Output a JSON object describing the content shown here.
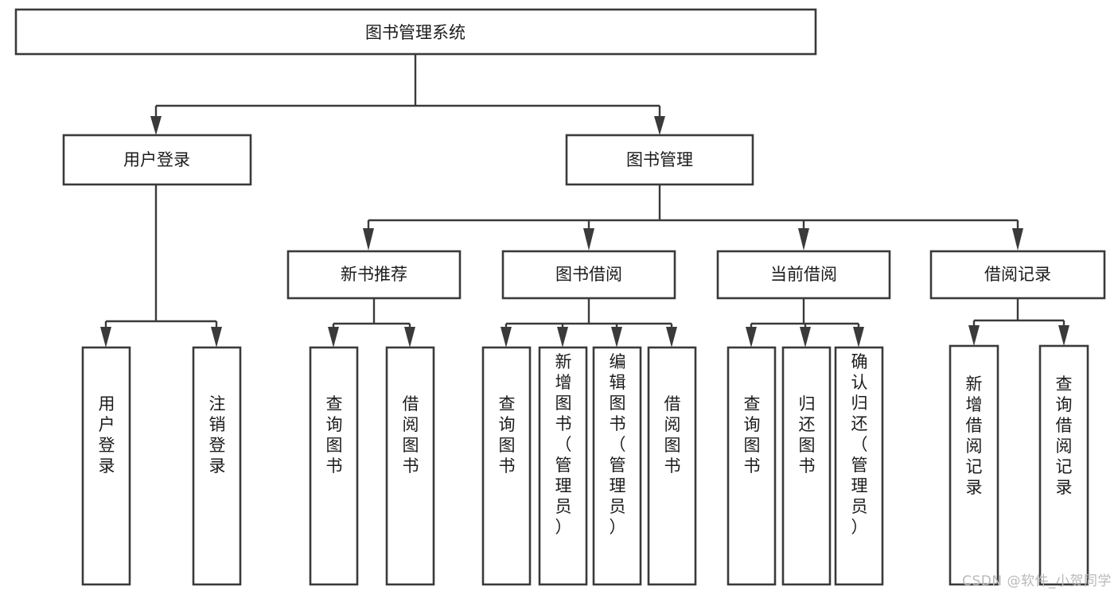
{
  "diagram": {
    "type": "tree-hierarchy",
    "title": "图书管理系统",
    "watermark": "CSDN @软件_小贺同学",
    "colors": {
      "stroke": "#3a3a3a",
      "fill": "#ffffff",
      "text": "#1b1b1b",
      "watermark": "#b9b9b9"
    },
    "levels": {
      "root": {
        "label": "图书管理系统"
      },
      "level2": [
        {
          "id": "user-login",
          "label": "用户登录"
        },
        {
          "id": "book-manage",
          "label": "图书管理"
        }
      ],
      "level3": [
        {
          "id": "new-book-recommend",
          "label": "新书推荐",
          "parent": "book-manage"
        },
        {
          "id": "book-borrow",
          "label": "图书借阅",
          "parent": "book-manage"
        },
        {
          "id": "current-borrow",
          "label": "当前借阅",
          "parent": "book-manage"
        },
        {
          "id": "borrow-record",
          "label": "借阅记录",
          "parent": "book-manage"
        }
      ],
      "leaves": [
        {
          "id": "leaf-user-login",
          "label": "用户登录",
          "parent": "user-login"
        },
        {
          "id": "leaf-logout-login",
          "label": "注销登录",
          "parent": "user-login"
        },
        {
          "id": "leaf-query-book-1",
          "label": "查询图书",
          "parent": "new-book-recommend"
        },
        {
          "id": "leaf-borrow-book-1",
          "label": "借阅图书",
          "parent": "new-book-recommend"
        },
        {
          "id": "leaf-query-book-2",
          "label": "查询图书",
          "parent": "book-borrow"
        },
        {
          "id": "leaf-add-book",
          "label": "新增图书（管理员）",
          "parent": "book-borrow"
        },
        {
          "id": "leaf-edit-book",
          "label": "编辑图书（管理员）",
          "parent": "book-borrow"
        },
        {
          "id": "leaf-borrow-book-2",
          "label": "借阅图书",
          "parent": "book-borrow"
        },
        {
          "id": "leaf-query-book-3",
          "label": "查询图书",
          "parent": "current-borrow"
        },
        {
          "id": "leaf-return-book",
          "label": "归还图书",
          "parent": "current-borrow"
        },
        {
          "id": "leaf-confirm-return",
          "label": "确认归还（管理员）",
          "parent": "current-borrow"
        },
        {
          "id": "leaf-add-record",
          "label": "新增借阅记录",
          "parent": "borrow-record"
        },
        {
          "id": "leaf-query-record",
          "label": "查询借阅记录",
          "parent": "borrow-record"
        }
      ]
    }
  }
}
